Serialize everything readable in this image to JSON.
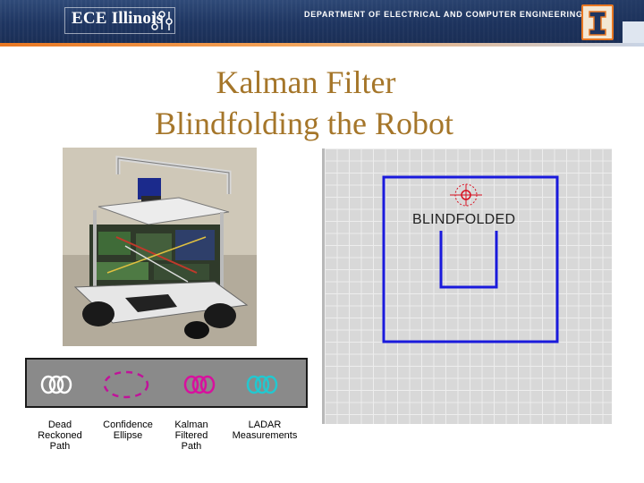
{
  "header": {
    "logo_text": "ECE Illinois",
    "department": "DEPARTMENT OF ELECTRICAL AND COMPUTER ENGINEERING",
    "emblem_icon": "block-i-icon",
    "colors": {
      "navy": "#1e3561",
      "orange": "#e87722"
    }
  },
  "slide": {
    "title_line1": "Kalman Filter",
    "title_line2": "Blindfolding the Robot",
    "title_color": "#a5762a"
  },
  "photo": {
    "subject": "robot-photo"
  },
  "legend": {
    "items": [
      {
        "label": "Dead Reckoned Path",
        "color": "#ffffff",
        "style": "loops"
      },
      {
        "label": "Confidence Ellipse",
        "color": "#c0139a",
        "style": "dashed-ellipse"
      },
      {
        "label": "Kalman Filtered Path",
        "color": "#d8109e",
        "style": "loops"
      },
      {
        "label": "LADAR Measurements",
        "color": "#22c8d0",
        "style": "loops"
      }
    ]
  },
  "map": {
    "annotation": "BLINDFOLDED",
    "path_color": "#1a1adc",
    "ellipse_color": "#d81020"
  }
}
